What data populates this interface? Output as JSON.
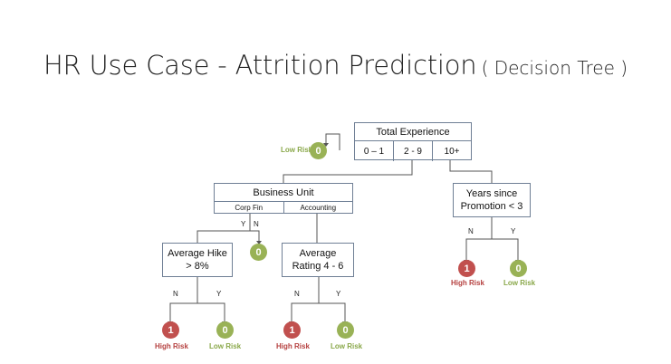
{
  "title": {
    "main": "HR Use Case - Attrition Prediction",
    "sub": "( Decision Tree )"
  },
  "tree": {
    "root": {
      "label": "Total Experience",
      "ranges": [
        "0 – 1",
        "2 - 9",
        "10+"
      ]
    },
    "root_leaf": {
      "value": "0",
      "label": "Low Risk"
    },
    "business_unit": {
      "label": "Business Unit",
      "options": [
        "Corp Fin",
        "Accounting"
      ],
      "branch_y": "Y",
      "branch_n": "N"
    },
    "bu_leaf": {
      "value": "0"
    },
    "average_hike": {
      "label": "Average Hike > 8%",
      "branch_n": "N",
      "branch_y": "Y"
    },
    "average_rating": {
      "label": "Average Rating 4 - 6",
      "branch_n": "N",
      "branch_y": "Y"
    },
    "years_since_promotion": {
      "label": "Years since Promotion < 3",
      "branch_n": "N",
      "branch_y": "Y"
    },
    "leaves": {
      "hike_n": {
        "value": "1",
        "label": "High Risk"
      },
      "hike_y": {
        "value": "0",
        "label": "Low Risk"
      },
      "rating_n": {
        "value": "1",
        "label": "High Risk"
      },
      "rating_y": {
        "value": "0",
        "label": "Low Risk"
      },
      "promo_n": {
        "value": "1",
        "label": "High Risk"
      },
      "promo_y": {
        "value": "0",
        "label": "Low Risk"
      }
    }
  },
  "colors": {
    "high_risk": "#c1504e",
    "low_risk": "#99b256",
    "box_border": "#6f7f95",
    "connector": "#555555"
  }
}
